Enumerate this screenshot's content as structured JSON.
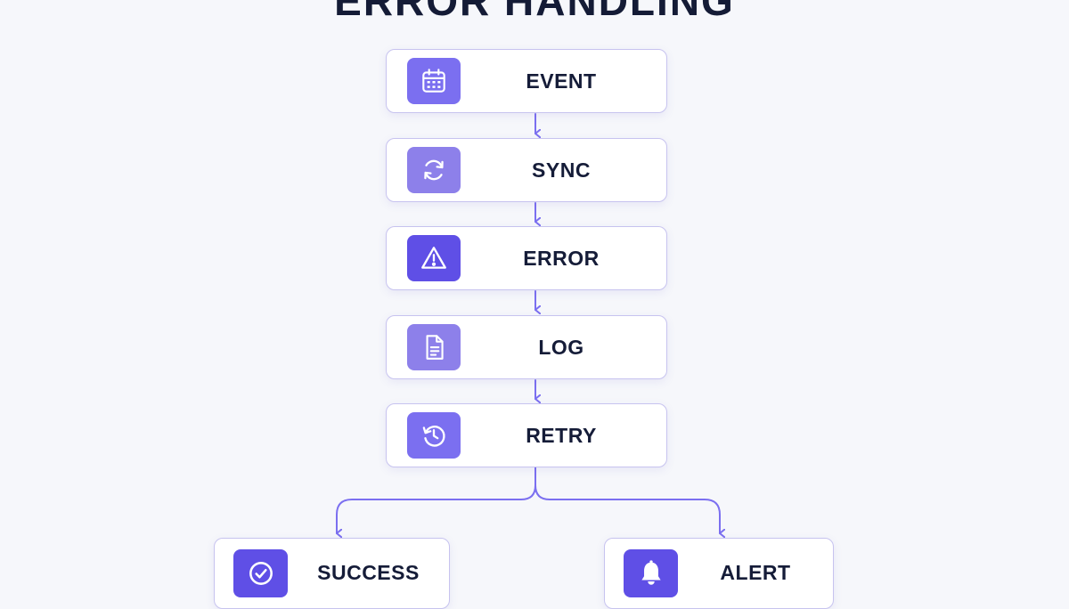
{
  "diagram": {
    "title": "ERROR HANDLING",
    "nodes": [
      {
        "id": "event",
        "label": "EVENT",
        "icon": "calendar-icon"
      },
      {
        "id": "sync",
        "label": "SYNC",
        "icon": "sync-icon"
      },
      {
        "id": "error",
        "label": "ERROR",
        "icon": "warning-icon"
      },
      {
        "id": "log",
        "label": "LOG",
        "icon": "document-icon"
      },
      {
        "id": "retry",
        "label": "RETRY",
        "icon": "retry-clock-icon"
      },
      {
        "id": "success",
        "label": "SUCCESS",
        "icon": "check-circle-icon"
      },
      {
        "id": "alert",
        "label": "ALERT",
        "icon": "bell-icon"
      }
    ],
    "edges": [
      {
        "from": "event",
        "to": "sync"
      },
      {
        "from": "sync",
        "to": "error"
      },
      {
        "from": "error",
        "to": "log"
      },
      {
        "from": "log",
        "to": "retry"
      },
      {
        "from": "retry",
        "to": "success"
      },
      {
        "from": "retry",
        "to": "alert"
      }
    ],
    "colors": {
      "background": "#f6f7fb",
      "node_border": "#c7c3ef",
      "connector": "#7b6ff0",
      "icon_light": "#8d80ea",
      "icon_dark": "#5f4fe6",
      "text": "#151c38"
    }
  }
}
